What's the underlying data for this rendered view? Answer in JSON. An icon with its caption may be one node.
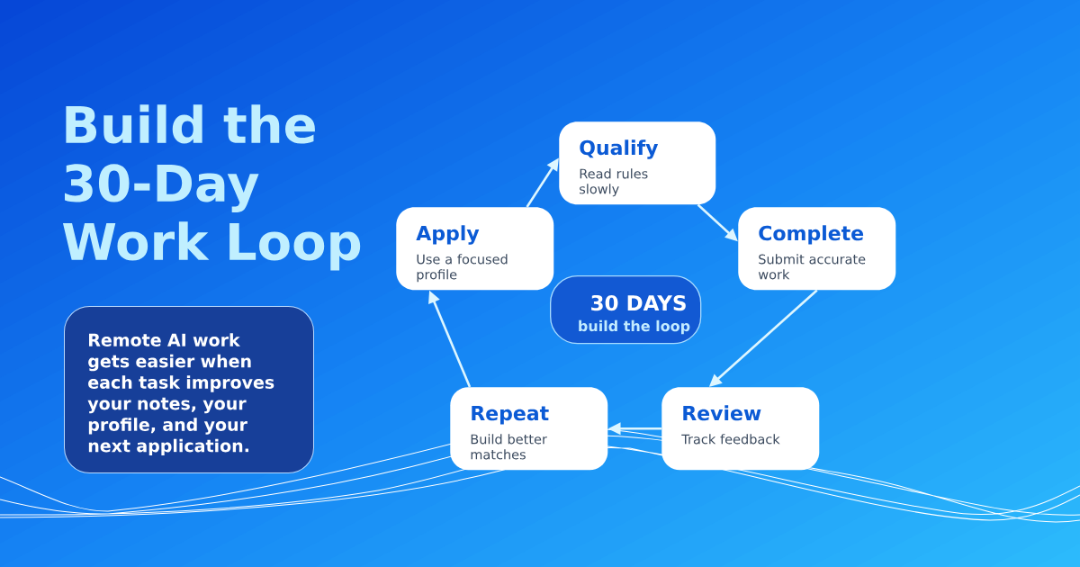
{
  "diagram": {
    "title": "Build the 30-Day Work Loop",
    "nodes": [
      {
        "text": [
          "Remote AI work gets easier when each task improves your notes, your profile, and your next application."
        ]
      },
      {
        "text": [
          "Qualify",
          "Read rules slowly"
        ]
      },
      {
        "text": [
          "Apply",
          "Use a focused profile"
        ]
      },
      {
        "text": [
          "Complete",
          "Submit accurate work"
        ]
      },
      {
        "text": [
          "30 DAYS",
          "build the loop"
        ]
      },
      {
        "text": [
          "Repeat",
          "Build better matches"
        ]
      },
      {
        "text": [
          "Review",
          "Track feedback"
        ]
      }
    ],
    "edges": [
      {
        "from": 2,
        "to": 1,
        "arrow": "to"
      },
      {
        "from": 1,
        "to": 3,
        "arrow": "to"
      },
      {
        "from": 3,
        "to": 6,
        "arrow": "to"
      },
      {
        "from": 6,
        "to": 5,
        "arrow": "to"
      },
      {
        "from": 5,
        "to": 2,
        "arrow": "to"
      }
    ]
  }
}
